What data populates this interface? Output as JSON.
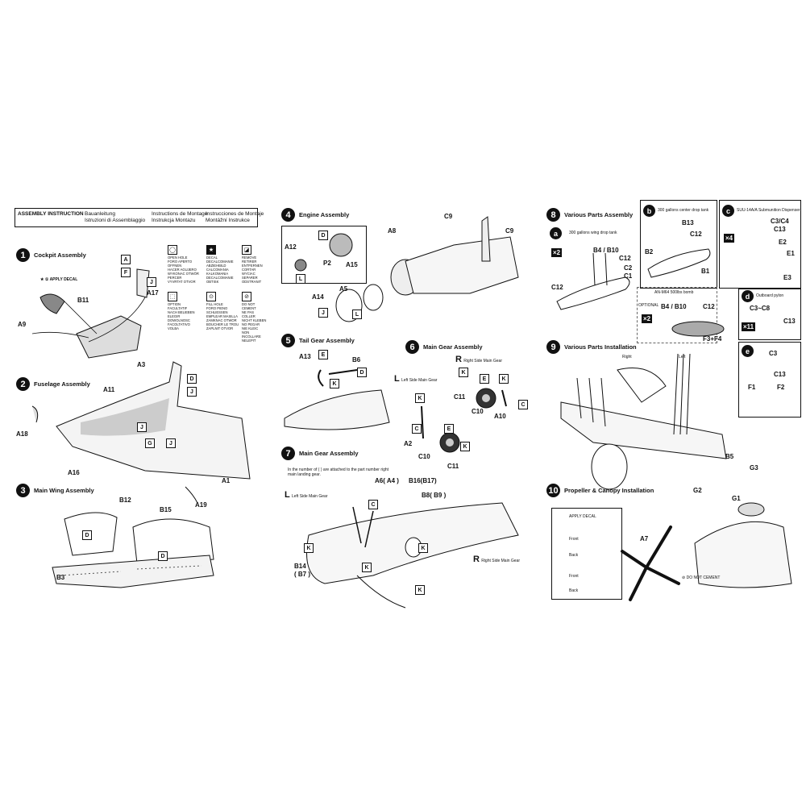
{
  "header": {
    "title": "ASSEMBLY INSTRUCTION",
    "langs": [
      "Bauanleitung",
      "Istruzioni di Assemblaggio",
      "Instructions de Montage",
      "Instrukcja Montazu",
      "Instrucciones de Montaje",
      "Montážní Instrukce"
    ]
  },
  "legend": {
    "open_hole": [
      "OPEN HOLE",
      "FORO APERTO",
      "OFFNEN",
      "HACER AGUJERO",
      "WYKONAC OTWÓR",
      "PERCER",
      "VYVRTAT OTVOR"
    ],
    "decal": [
      "DECAL",
      "DECALCOMANIE",
      "ABZIEHBILD",
      "CALCOMANIA",
      "KALKOMANIA",
      "DECALCOMANIE",
      "OBTISK"
    ],
    "remove": [
      "REMOVE",
      "RETIRER",
      "ENTFERNEN",
      "CORTAR",
      "WYCIAC",
      "SEPARER",
      "ODSTRANIT"
    ],
    "option": [
      "OPTION",
      "FACULTATIF",
      "NACH BELIEBEN",
      "ELEGIR",
      "DOWOLNOSC",
      "FACOLTATIVO",
      "VOLBA"
    ],
    "fill_hole": [
      "FILL HOLE",
      "FORO PIENO",
      "SCHLIESSEN",
      "EMPLEAR MASILLA",
      "ZAMKNAC OTWOR",
      "BOUCHER LE TROU",
      "ZAPLNIT OTVOR"
    ],
    "no_cement": [
      "DO NOT CEMENT",
      "NE PAS COLLER",
      "NICHT KLEBEN",
      "NO PEGAR",
      "NIE KLEIC",
      "NON INCOLLARE",
      "NELEPIT"
    ]
  },
  "steps": {
    "s1": {
      "num": "1",
      "title": "Cockpit Assembly"
    },
    "s2": {
      "num": "2",
      "title": "Fuselage Assembly"
    },
    "s3": {
      "num": "3",
      "title": "Main Wing Assembly"
    },
    "s4": {
      "num": "4",
      "title": "Engine Assembly"
    },
    "s5": {
      "num": "5",
      "title": "Tail Gear Assembly"
    },
    "s6": {
      "num": "6",
      "title": "Main Gear Assembly"
    },
    "s7": {
      "num": "7",
      "title": "Main Gear Assembly"
    },
    "s8": {
      "num": "8",
      "title": "Various Parts Assembly"
    },
    "s9": {
      "num": "9",
      "title": "Various Parts Installation"
    },
    "s10": {
      "num": "10",
      "title": "Propeller & Canopy Installation"
    }
  },
  "notes": {
    "apply_decal": "APPLY DECAL",
    "right_side_main_gear": "Right Side Main Gear",
    "left_side_main_gear": "Left Side Main Gear",
    "step7_note": "In the number of ( ) are attached to the part number right main landing gear.",
    "drop_tank_300": "300 gallons wing drop tank",
    "center_drop_tank": "300 gallons center drop tank",
    "dispenser": "SUU-14A/A Submunition Dispenser",
    "bomb": "AN-M64 500lbs bomb",
    "outboard_pylon": "Outboard pylon",
    "optional": "OPTIONAL",
    "do_not_cement": "DO NOT CEMENT",
    "front": "Front",
    "back": "Back",
    "right": "Right",
    "left": "Left"
  },
  "parts": {
    "p1": {
      "a17": "A17",
      "b11": "B11",
      "a9": "A9",
      "a3": "A3",
      "a11": "A11",
      "a18": "A18",
      "a16": "A16",
      "a1": "A1",
      "a19": "A19",
      "b12": "B12",
      "b15": "B15",
      "b3": "B3"
    },
    "p2": {
      "a8": "A8",
      "c9": "C9",
      "c9b": "C9",
      "a12": "A12",
      "p2": "P2",
      "a15": "A15",
      "a14": "A14",
      "a5": "A5",
      "a13": "A13",
      "b6": "B6",
      "c11": "C11",
      "c10": "C10",
      "a10": "A10",
      "a2": "A2",
      "c10b": "C10",
      "c11b": "C11",
      "a6": "A6( A4 )",
      "b16": "B16(B17)",
      "b8": "B8( B9 )",
      "b14": "B14",
      "b7": "( B7 )",
      "r": "R",
      "l": "L"
    },
    "p3": {
      "b4b10": "B4 / B10",
      "c12": "C12",
      "c2": "C2",
      "c1": "C1",
      "b13": "B13",
      "c12b": "C12",
      "b2": "B2",
      "b1": "B1",
      "c3c4": "C3/C4",
      "c13": "C13",
      "e2": "E2",
      "e1": "E1",
      "e3": "E3",
      "b4b10b": "B4 / B10",
      "c12c": "C12",
      "f3f4": "F3+F4",
      "c3c8": "C3~C8",
      "c13b": "C13",
      "c3": "C3",
      "c13c": "C13",
      "f1": "F1",
      "f2": "F2",
      "b5": "B5",
      "g3": "G3",
      "g2": "G2",
      "g1": "G1",
      "a7": "A7",
      "x2a": "×2",
      "x4": "×4",
      "x2b": "×2",
      "x11": "×11"
    }
  }
}
